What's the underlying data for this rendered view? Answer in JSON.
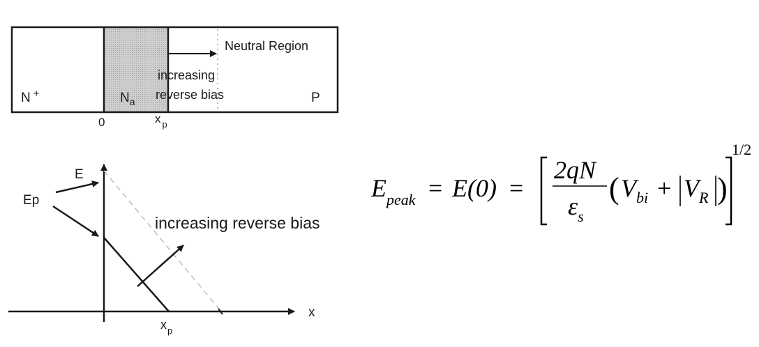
{
  "top_diagram": {
    "region_n_plus": "N",
    "region_n_plus_sup": "+",
    "region_na": "N",
    "region_na_sub": "a",
    "region_p": "P",
    "neutral_region": "Neutral Region",
    "increasing_line1": "increasing",
    "increasing_line2": "reverse bias",
    "tick_zero": "0",
    "tick_xp": "x",
    "tick_xp_sub": "p",
    "depletion_fill": "#c8c8c8"
  },
  "bottom_diagram": {
    "axis_e": "E",
    "axis_x": "x",
    "label_ep": "E",
    "label_ep_sub": "p",
    "increasing_label": "increasing reverse bias",
    "tick_xp": "x",
    "tick_xp_sub": "p",
    "dashed_color": "#b0b0b0"
  },
  "equation": {
    "lhs_E": "E",
    "lhs_sub": "peak",
    "eq1": "=",
    "mid": "E(0)",
    "eq2": "=",
    "numerator": "2qN",
    "denominator_eps": "ε",
    "denominator_sub": "s",
    "lparen": "(",
    "vbi_V": "V",
    "vbi_sub": "bi",
    "plus": "+",
    "vr_V": "V",
    "vr_sub": "R",
    "rparen": ")",
    "exponent": "1/2"
  }
}
